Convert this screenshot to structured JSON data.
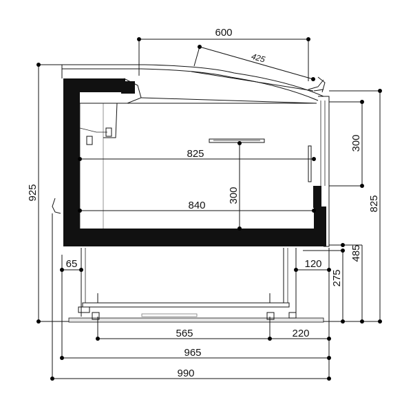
{
  "drawing": {
    "dimensions": {
      "top_width": "600",
      "lid_length": "425",
      "inner_width_upper": "825",
      "inner_width_lower": "840",
      "inner_depth": "300",
      "right_upper_height": "300",
      "total_height": "925",
      "right_total_height": "825",
      "base_height": "485",
      "foot_height": "275",
      "left_offset": "65",
      "right_offset": "120",
      "foot_span": "565",
      "right_foot_offset": "220",
      "base_width": "965",
      "total_width": "990"
    },
    "colors": {
      "line": "#111111",
      "wall_fill": "#111111",
      "floor_fill": "#e6e6e6",
      "background": "#ffffff"
    }
  }
}
